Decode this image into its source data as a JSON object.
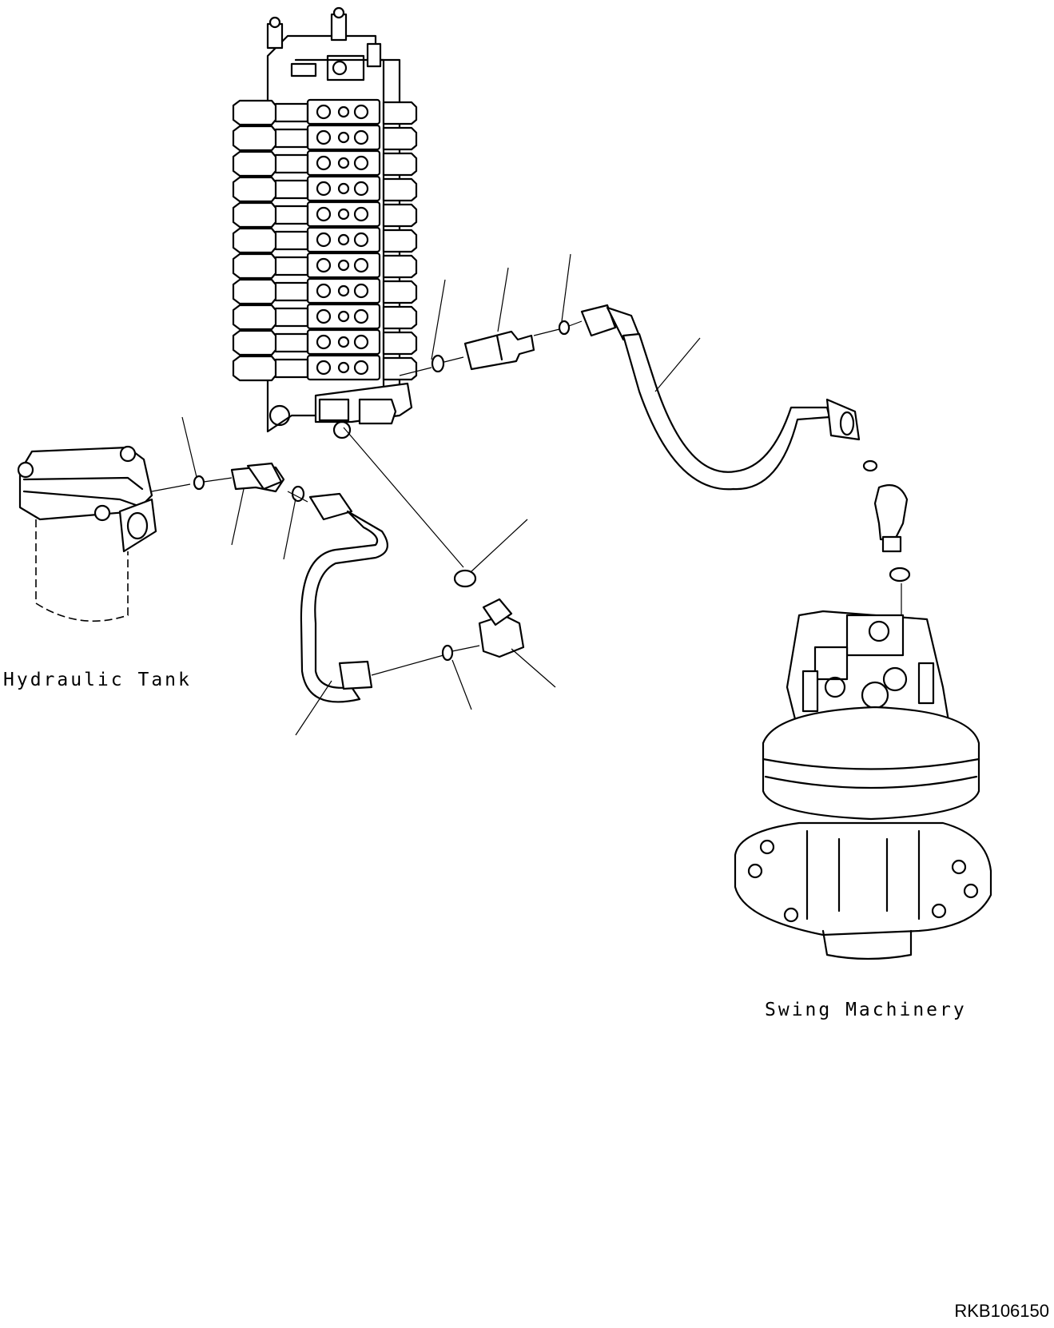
{
  "labels": {
    "hydraulic_tank": "Hydraulic Tank",
    "swing_machinery": "Swing Machinery"
  },
  "drawing_id": "RKB106150",
  "colors": {
    "line": "#000000",
    "background": "#ffffff"
  }
}
